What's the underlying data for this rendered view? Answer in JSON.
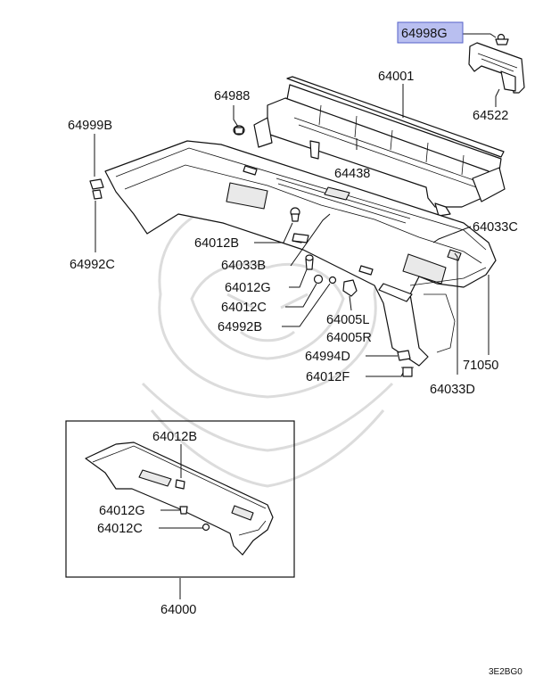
{
  "diagram": {
    "highlighted_part": "64998G",
    "highlight_color": "#b9bff0",
    "drawing_code": "3E2BG0",
    "parts": {
      "p64998G": "64998G",
      "p64001": "64001",
      "p64988": "64988",
      "p64522": "64522",
      "p64999B": "64999B",
      "p64438": "64438",
      "p64033C": "64033C",
      "p64012B": "64012B",
      "p64033B": "64033B",
      "p64992C": "64992C",
      "p64012G": "64012G",
      "p64012C": "64012C",
      "p64005L": "64005L",
      "p64005R": "64005R",
      "p64992B": "64992B",
      "p64994D": "64994D",
      "p71050": "71050",
      "p64012F": "64012F",
      "p64033D": "64033D",
      "inset_64012B": "64012B",
      "inset_64012G": "64012G",
      "inset_64012C": "64012C",
      "p64000": "64000"
    }
  }
}
